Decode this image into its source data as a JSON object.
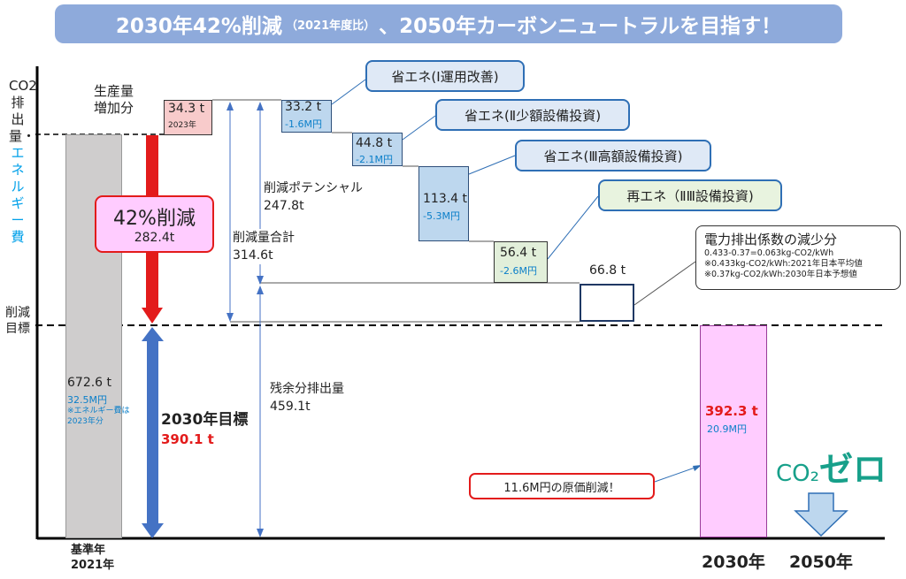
{
  "banner": {
    "main": "2030年42%削減",
    "sub": "（2021年度比）",
    "rest": "、2050年カーボンニュートラルを目指す！"
  },
  "y_axis": {
    "part1": "CO2排出量・",
    "part2": "エネルギー費"
  },
  "target_line_label": "削減目標",
  "x_labels": {
    "base_line1": "基準年",
    "base_line2": "2021年",
    "y2030": "2030年",
    "y2050": "2050年"
  },
  "base": {
    "value": "672.6 t",
    "cost": "32.5M円",
    "note": "※エネルギー費は2023年分"
  },
  "production": {
    "label_line1": "生産量",
    "label_line2": "増加分",
    "value": "34.3 t",
    "year": "2023年"
  },
  "steps": [
    {
      "value": "33.2 t",
      "cost": "-1.6M円",
      "callout": "省エネ(Ⅰ運用改善)"
    },
    {
      "value": "44.8 t",
      "cost": "-2.1M円",
      "callout": "省エネ(Ⅱ少額設備投資)"
    },
    {
      "value": "113.4 t",
      "cost": "-5.3M円",
      "callout": "省エネ(Ⅲ高額設備投資)"
    },
    {
      "value": "56.4 t",
      "cost": "-2.6M円",
      "callout": "再エネ（ⅡⅢ設備投資)"
    }
  ],
  "emission_factor": {
    "value": "66.8 t",
    "title": "電力排出係数の減少分",
    "line1": "0.433-0.37=0.063kg-CO2/kWh",
    "line2": "※0.433kg-CO2/kWh:2021年日本平均値",
    "line3": "※0.37kg-CO2/kWh:2030年日本予想値"
  },
  "annotations": {
    "reduction_pct": "42%削減",
    "reduction_value": "282.4t",
    "potential_label": "削減ポテンシャル",
    "potential_value": "247.8t",
    "total_label": "削減量合計",
    "total_value": "314.6t",
    "residual_label": "残余分排出量",
    "residual_value": "459.1t",
    "target_label": "2030年目標",
    "target_value": "390.1 t"
  },
  "result_2030": {
    "value": "392.3 t",
    "cost": "20.9M円"
  },
  "cost_reduction": "11.6M円の原価削減！",
  "zero": {
    "co2": "CO₂",
    "text": "ゼロ"
  },
  "colors": {
    "accent_red": "#e31b1b",
    "blue": "#4472c4",
    "pink": "#ffccff",
    "gray": "#cfcdcd",
    "green": "#17a08a"
  },
  "chart_data": {
    "type": "bar",
    "categories": [
      "基準年 2021年",
      "生産量増加分",
      "省エネ(Ⅰ運用改善)",
      "省エネ(Ⅱ少額設備投資)",
      "省エネ(Ⅲ高額設備投資)",
      "再エネ（ⅡⅢ設備投資)",
      "電力排出係数の減少分",
      "2030年"
    ],
    "values": [
      672.6,
      34.3,
      -33.2,
      -44.8,
      -113.4,
      -56.4,
      -66.8,
      392.3
    ],
    "cost_million_yen": [
      32.5,
      null,
      -1.6,
      -2.1,
      -5.3,
      -2.6,
      null,
      20.9
    ],
    "target_2030": 390.1,
    "ylabel": "CO2排出量・エネルギー費"
  }
}
